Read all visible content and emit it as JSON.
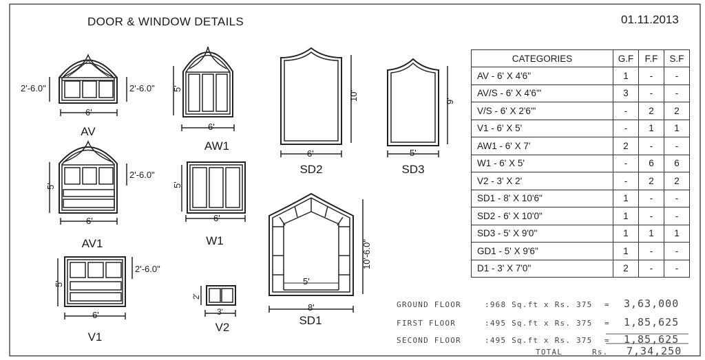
{
  "header": {
    "title": "DOOR & WINDOW DETAILS",
    "date": "01.11.2013"
  },
  "drawings": {
    "AV": {
      "label": "AV",
      "width": "6'",
      "left_height": "2'-6.0\"",
      "right_height": "2'-6.0\""
    },
    "AW1": {
      "label": "AW1",
      "width": "6'",
      "height": "5'"
    },
    "SD2": {
      "label": "SD2",
      "width": "6'",
      "height": "10'"
    },
    "SD3": {
      "label": "SD3",
      "width": "5'",
      "height": "9'"
    },
    "AV1": {
      "label": "AV1",
      "width": "6'",
      "height": "5'",
      "side_height": "2'-6.0\""
    },
    "W1": {
      "label": "W1",
      "width": "6'",
      "height": "5'"
    },
    "SD1": {
      "label": "SD1",
      "outer_width": "8'",
      "inner_width": "5'",
      "height": "10'-6.0\""
    },
    "V1": {
      "label": "V1",
      "width": "6'",
      "height": "5'",
      "side_height": "2'-6.0\""
    },
    "V2": {
      "label": "V2",
      "width": "3'",
      "height": "2'"
    }
  },
  "table": {
    "headers": [
      "CATEGORIES",
      "G.F",
      "F.F",
      "S.F"
    ],
    "rows": [
      [
        "AV - 6' X 4'6\"",
        "1",
        "-",
        "-"
      ],
      [
        "AV/S - 6' X 4'6'\"",
        "3",
        "-",
        "-"
      ],
      [
        "V/S - 6' X 2'6'\"",
        "-",
        "2",
        "2"
      ],
      [
        "V1 - 6' X 5'",
        "-",
        "1",
        "1"
      ],
      [
        "AW1 - 6' X 7'",
        "2",
        "-",
        "-"
      ],
      [
        "W1 - 6' X 5'",
        "-",
        "6",
        "6"
      ],
      [
        "V2 - 3' X 2'",
        "-",
        "2",
        "2"
      ],
      [
        "SD1 - 8' X 10'6\"",
        "1",
        "-",
        "-"
      ],
      [
        "SD2 - 6' X 10'0\"",
        "1",
        "-",
        "-"
      ],
      [
        "SD3 - 5' X 9'0\"",
        "1",
        "1",
        "1"
      ],
      [
        "GD1 - 5' X 9'6\"",
        "1",
        "-",
        "-"
      ],
      [
        "D1 - 3' X 7'0\"",
        "2",
        "-",
        "-"
      ]
    ]
  },
  "notes": {
    "ground": {
      "label": "GROUND FLOOR",
      "calc": ":968 Sq.ft x Rs. 375",
      "eq": "=",
      "amount": "3,63,000"
    },
    "first": {
      "label": "FIRST FLOOR",
      "calc": ":495 Sq.ft x Rs. 375",
      "eq": "=",
      "amount": "1,85,625"
    },
    "second": {
      "label": "SECOND FLOOR",
      "calc": ":495 Sq.ft x Rs. 375",
      "eq": "=",
      "amount": "1,85,625"
    },
    "total": {
      "label": "TOTAL",
      "currency": "Rs.",
      "amount": "7,34,250"
    }
  }
}
